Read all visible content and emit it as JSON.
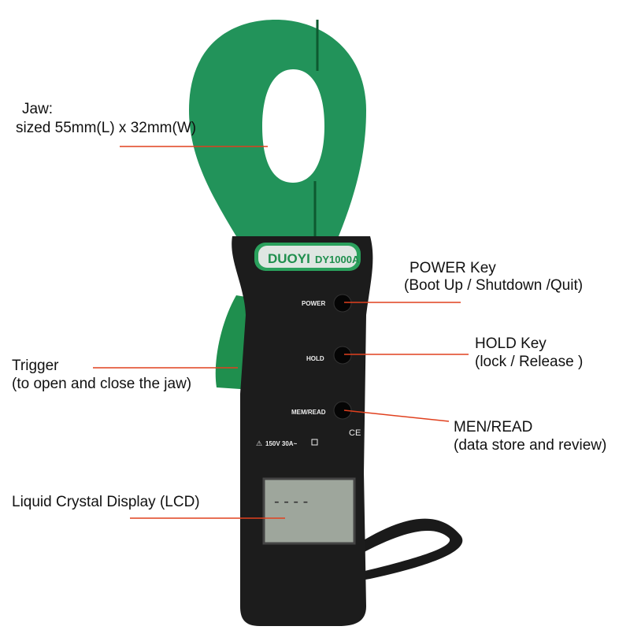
{
  "device": {
    "brand": "DUOYI",
    "model": "DY1000A",
    "buttons": {
      "power": "POWER",
      "hold": "HOLD",
      "mem_read": "MEM/READ"
    },
    "rating": "150V  30A~",
    "ce_mark": "CE",
    "lcd_reading": "- - - -"
  },
  "callouts": {
    "jaw": {
      "title": "Jaw:",
      "detail": "sized 55mm(L) x 32mm(W)"
    },
    "power": {
      "title": "POWER Key",
      "detail": "(Boot Up / Shutdown /Quit)"
    },
    "hold": {
      "title": "HOLD Key",
      "detail": "(lock / Release )"
    },
    "mem": {
      "title": "MEN/READ",
      "detail": "(data store and review)"
    },
    "trigger": {
      "title": "Trigger",
      "detail": "(to open and close the jaw)"
    },
    "lcd": {
      "title": "Liquid Crystal Display (LCD)"
    }
  },
  "colors": {
    "jaw_green": "#1f8f4e",
    "body": "#1c1c1c",
    "callout_line": "#e0401e"
  }
}
